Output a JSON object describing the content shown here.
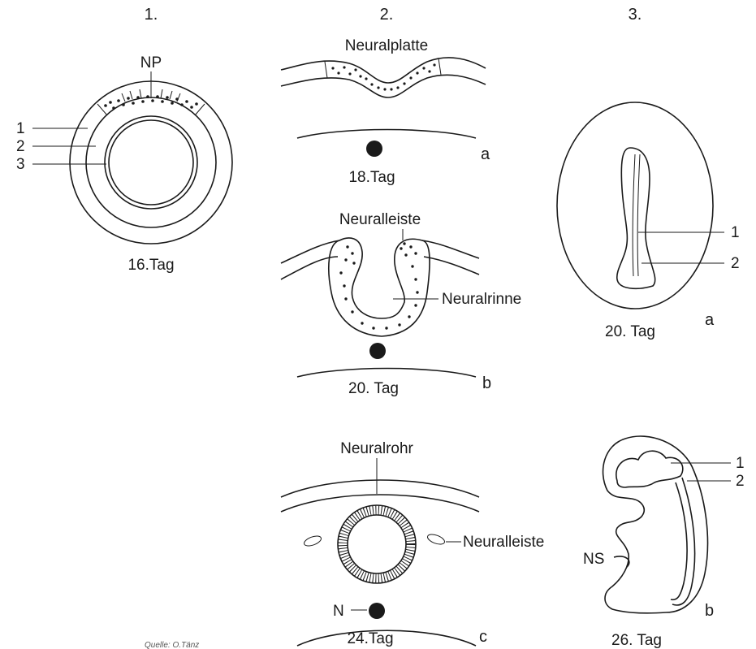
{
  "columns": [
    {
      "number": "1."
    },
    {
      "number": "2."
    },
    {
      "number": "3."
    }
  ],
  "panel_1": {
    "top_label": "NP",
    "side_labels": [
      "1",
      "2",
      "3"
    ],
    "day": "16.Tag"
  },
  "panel_2a": {
    "title": "Neuralplatte",
    "day": "18.Tag",
    "letter": "a"
  },
  "panel_2b": {
    "label_top": "Neuralleiste",
    "label_right": "Neuralrinne",
    "day": "20. Tag",
    "letter": "b"
  },
  "panel_2c": {
    "label_top": "Neuralrohr",
    "label_right": "Neuralleiste",
    "label_left": "N",
    "day": "24.Tag",
    "letter": "c"
  },
  "panel_3a": {
    "side_labels": [
      "1",
      "2"
    ],
    "day": "20. Tag",
    "letter": "a"
  },
  "panel_3b": {
    "side_labels": [
      "1",
      "2"
    ],
    "label_left": "NS",
    "day": "26. Tag",
    "letter": "b"
  },
  "source": "Quelle: O.Tänz"
}
